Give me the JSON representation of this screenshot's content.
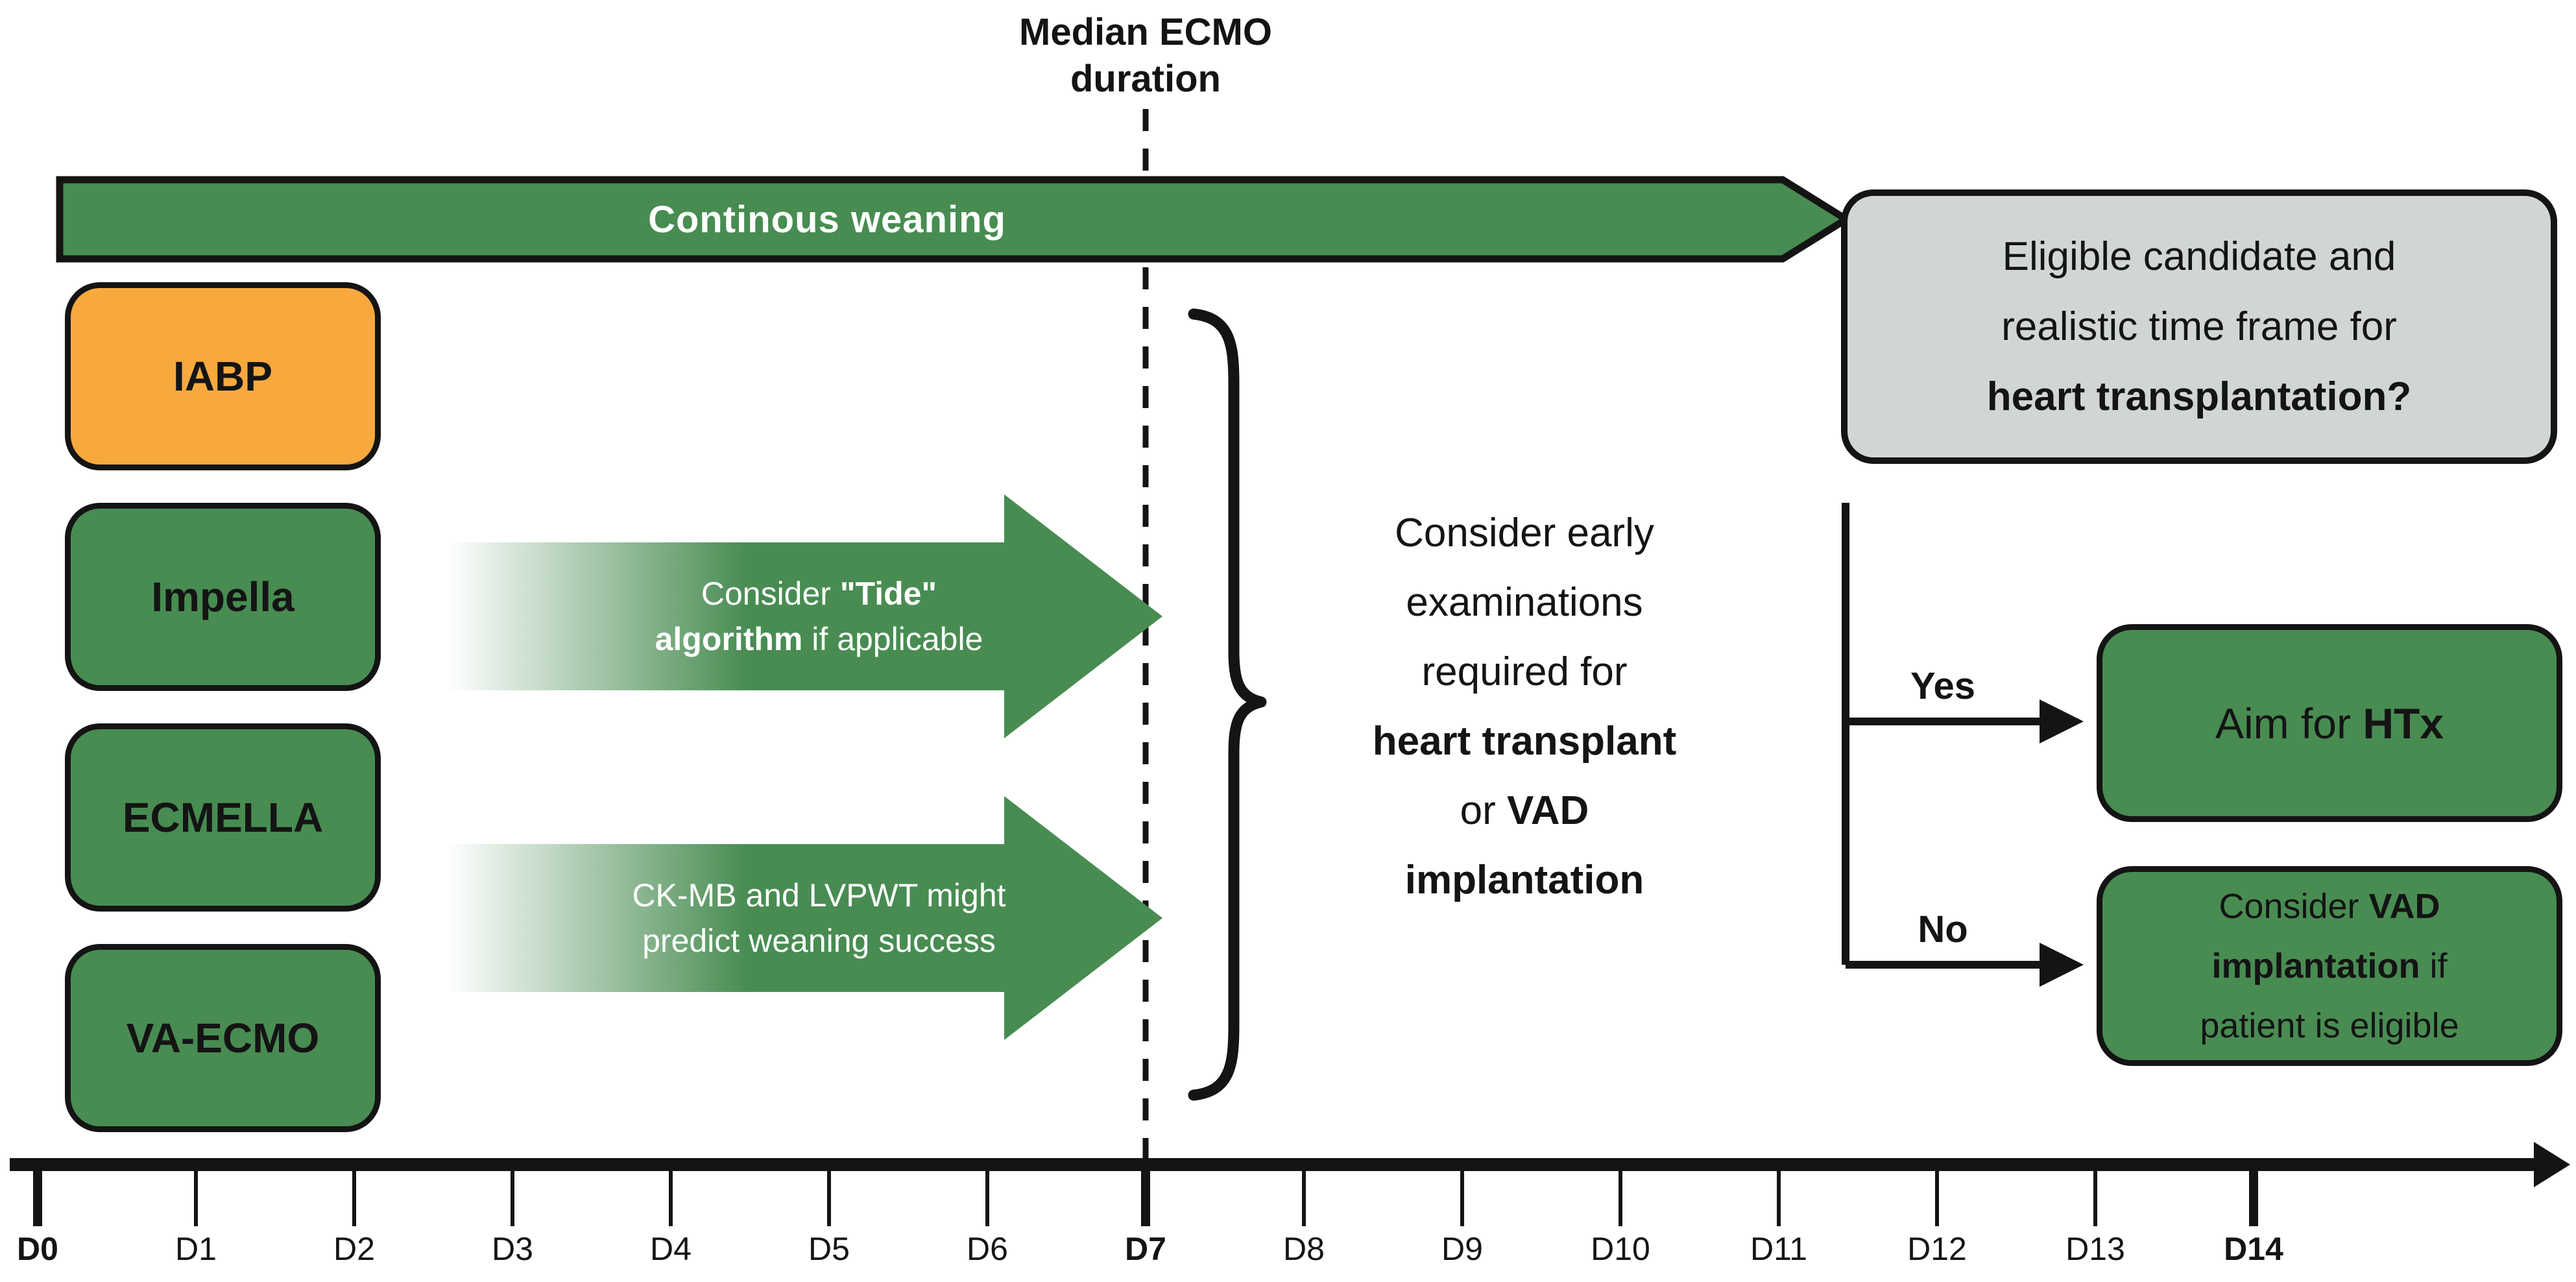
{
  "colors": {
    "green": "#488C52",
    "orange": "#F7A93E",
    "gray_box": "#D2D5D6",
    "line_black": "#141414",
    "text_white": "#FFFFFF"
  },
  "title": {
    "lines": [
      "Median ECMO",
      "duration"
    ]
  },
  "banner": {
    "label": "Continous weaning"
  },
  "devices": [
    {
      "label": "IABP"
    },
    {
      "label": "Impella"
    },
    {
      "label": "ECMELLA"
    },
    {
      "label": "VA-ECMO"
    }
  ],
  "arrows": {
    "tide": {
      "pre": "Consider ",
      "bold_quote": "\"Tide\"",
      "bold_algo": "algorithm",
      "post": " if applicable"
    },
    "ckmb": {
      "line1": "CK-MB and LVPWT might",
      "line2": "predict weaning success"
    }
  },
  "early": {
    "line1": "Consider early",
    "line2": "examinations",
    "line3": "required for",
    "line4": "heart transplant",
    "line5_pre": "or ",
    "line5_bold": "VAD",
    "line6": "implantation"
  },
  "eligibility": {
    "line1": "Eligible candidate and",
    "line2": "realistic time frame for",
    "line3": "heart transplantation?"
  },
  "decision": {
    "yes": "Yes",
    "no": "No"
  },
  "htx": {
    "pre": "Aim for ",
    "bold": "HTx"
  },
  "vad": {
    "l1_pre": "Consider ",
    "l1_bold": "VAD",
    "l2_bold": "implantation",
    "l2_post": " if",
    "l3": "patient is eligible"
  },
  "timeline": {
    "labels": [
      "D0",
      "D1",
      "D2",
      "D3",
      "D4",
      "D5",
      "D6",
      "D7",
      "D8",
      "D9",
      "D10",
      "D11",
      "D12",
      "D13",
      "D14"
    ]
  }
}
